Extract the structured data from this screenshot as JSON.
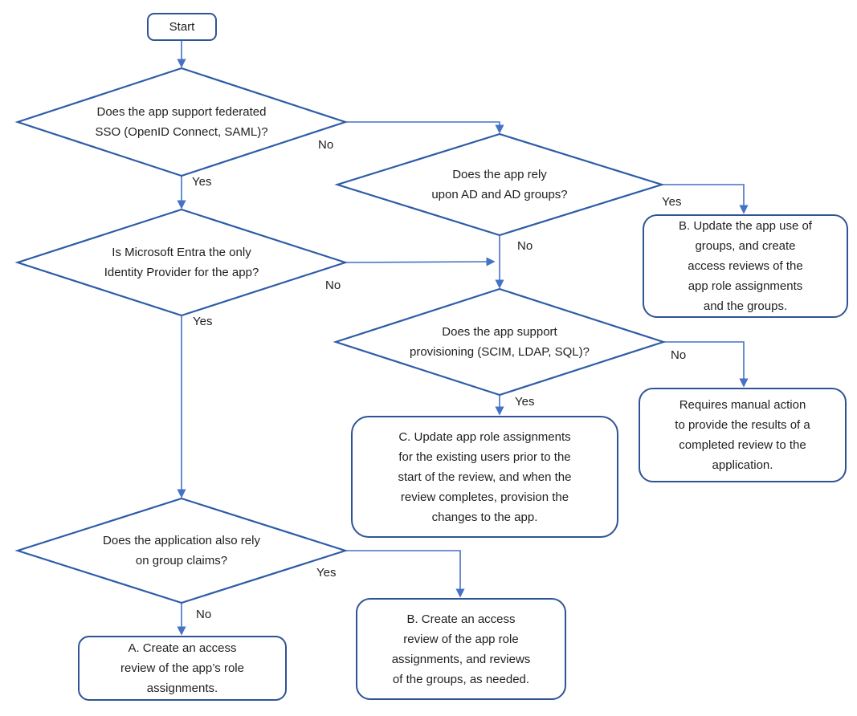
{
  "nodes": {
    "start": {
      "label": "Start"
    },
    "q_sso": {
      "label": "Does the app support federated\nSSO (OpenID Connect, SAML)?"
    },
    "q_ad": {
      "label": "Does the app rely\nupon AD and AD groups?"
    },
    "q_entra": {
      "label": "Is Microsoft Entra the only\nIdentity Provider for the app?"
    },
    "q_prov": {
      "label": "Does the app support\nprovisioning (SCIM, LDAP, SQL)?"
    },
    "q_claims": {
      "label": "Does the application also rely\non group claims?"
    },
    "out_b_update_groups": {
      "label": "B. Update the app use of\ngroups, and create\naccess reviews of the\napp role assignments\nand the groups."
    },
    "out_manual_action": {
      "label": "Requires manual action\nto provide the results of a\ncompleted review to the\napplication."
    },
    "out_c_provision": {
      "label": "C. Update app role assignments\nfor the existing users prior to the\nstart of the review, and when the\nreview completes, provision the\nchanges to the app."
    },
    "out_a_access_review": {
      "label": "A. Create an access\nreview of the app’s role\nassignments."
    },
    "out_b_access_review": {
      "label": "B. Create an access\nreview of the app role\nassignments, and reviews\nof the groups, as needed."
    }
  },
  "edge_labels": {
    "sso_no": "No",
    "sso_yes": "Yes",
    "ad_yes": "Yes",
    "ad_no": "No",
    "entra_no": "No",
    "entra_yes": "Yes",
    "prov_yes": "Yes",
    "prov_no": "No",
    "claims_no": "No",
    "claims_yes": "Yes"
  },
  "colors": {
    "decision_border": "#2e5ca6",
    "process_border": "#2f5496",
    "connector": "#4472c4",
    "text": "#1f1f1f",
    "background": "#ffffff"
  }
}
